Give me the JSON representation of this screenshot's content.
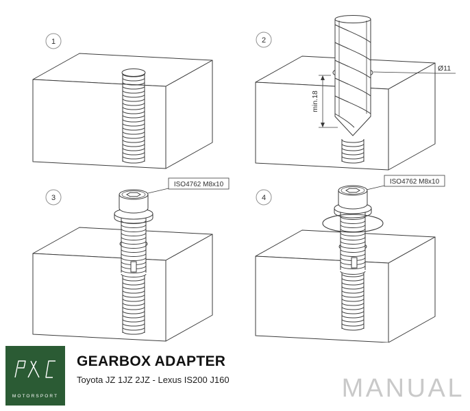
{
  "steps": [
    {
      "number": "1"
    },
    {
      "number": "2"
    },
    {
      "number": "3"
    },
    {
      "number": "4"
    }
  ],
  "annotations": {
    "drill_diameter": "Ø11",
    "drill_depth": "min.18",
    "insert_bolt_step3": "ISO4762 M8x10",
    "insert_bolt_step4": "ISO4762 M8x10"
  },
  "footer": {
    "logo_icon": "pmc-monogram",
    "logo_subtext": "MOTORSPORT",
    "title": "GEARBOX ADAPTER",
    "subtitle": "Toyota JZ 1JZ 2JZ - Lexus IS200 J160",
    "watermark": "MANUAL"
  },
  "colors": {
    "line": "#3a3a3a",
    "logo_background": "#2b5b34",
    "watermark_text": "#c9c9c9"
  }
}
